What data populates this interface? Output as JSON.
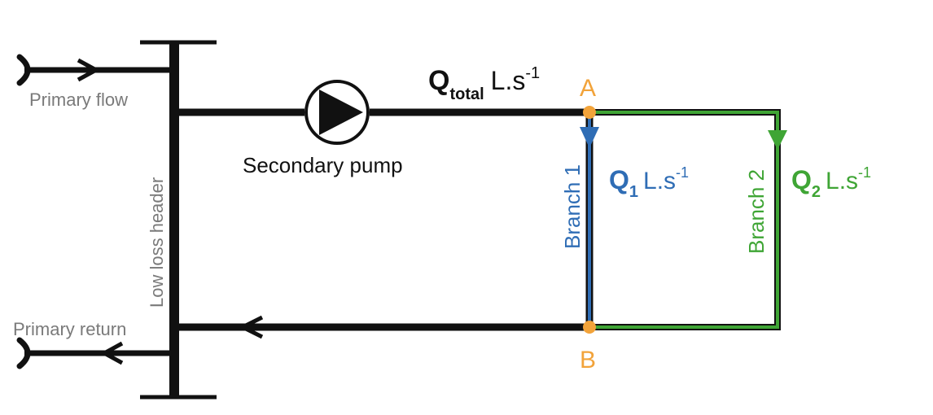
{
  "labels": {
    "primary_flow": "Primary flow",
    "primary_return": "Primary return",
    "low_loss_header": "Low loss header",
    "secondary_pump": "Secondary pump",
    "q_total_symbol": "Q",
    "q_total_subscript": "total",
    "q_total_unit": "L.s",
    "q1_symbol": "Q",
    "q1_subscript": "1",
    "q1_unit": "L.s",
    "q2_symbol": "Q",
    "q2_subscript": "2",
    "q2_unit": "L.s",
    "unit_exponent": "-1",
    "node_a": "A",
    "node_b": "B",
    "branch_1": "Branch 1",
    "branch_2": "Branch 2"
  },
  "colors": {
    "pipe": "#111111",
    "label_gray": "#7a7a7a",
    "node": "#f2a33a",
    "branch1": "#2f6db5",
    "branch2": "#3fa535"
  }
}
